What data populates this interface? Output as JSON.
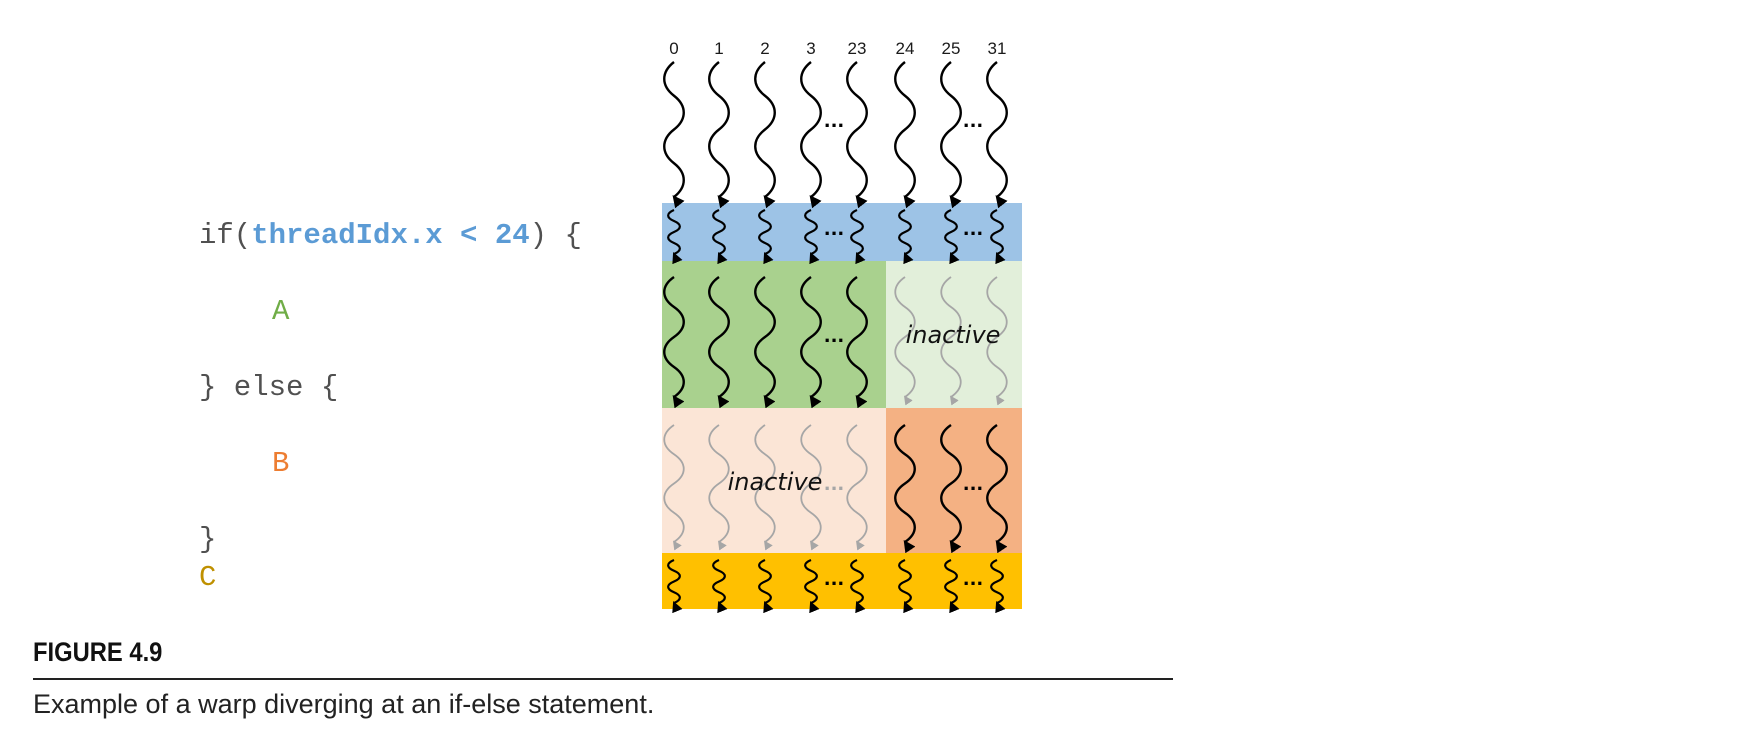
{
  "code": {
    "if_open": "if(",
    "condition": "threadIdx.x < 24",
    "if_close": ") {",
    "block_a": "A",
    "else_line": "} else {",
    "block_b": "B",
    "close_brace": "}",
    "block_c": "C"
  },
  "diagram": {
    "thread_ids": [
      "0",
      "1",
      "2",
      "3",
      "23",
      "24",
      "25",
      "31"
    ],
    "ellipsis": "...",
    "inactive_label": "inactive",
    "colors": {
      "blue_band": "#9dc3e6",
      "green_active": "#a9d18e",
      "green_inactive": "#e2efda",
      "orange_inactive": "#fbe5d6",
      "orange_active": "#f4b183",
      "yellow_band": "#ffc000",
      "code_keyword": "#5b9bd5",
      "code_a": "#70ad47",
      "code_b": "#ed7d31",
      "code_c": "#bf9000"
    }
  },
  "figure": {
    "label": "FIGURE 4.9",
    "caption": "Example of a warp diverging at an if-else statement."
  }
}
